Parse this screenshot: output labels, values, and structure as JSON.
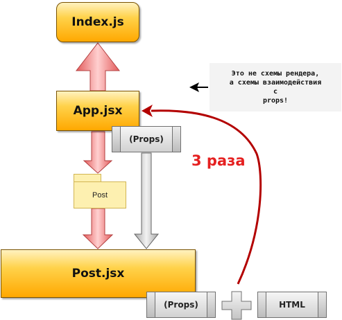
{
  "nodes": {
    "index": "Index.js",
    "app": "App.jsx",
    "post_folder": "Post",
    "post_jsx": "Post.jsx"
  },
  "chips": {
    "props_app": "(Props)",
    "props_post": "(Props)",
    "html": "HTML"
  },
  "note": {
    "lines": [
      "Это не схемы рендера,",
      "а схемы взаимодействия",
      "с",
      "props!"
    ]
  },
  "annotation": {
    "times": "3 раза"
  },
  "colors": {
    "node_fill": "#ffc82a",
    "red_arrow": "#f08080",
    "grey_arrow": "#d0d0d0",
    "curve": "#b30000",
    "annotation_text": "#e52020",
    "note_bg": "#f3f3f3"
  }
}
